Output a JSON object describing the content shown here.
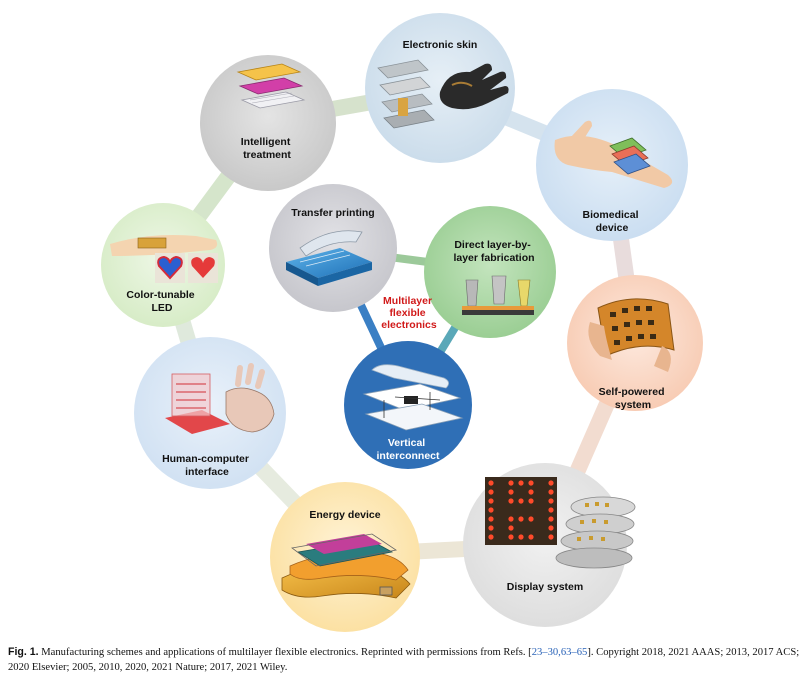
{
  "nodes": {
    "electronic_skin": {
      "title": [
        "Electronic skin"
      ]
    },
    "biomedical": {
      "title": [
        "Biomedical",
        "device"
      ]
    },
    "self_powered": {
      "title": [
        "Self-powered",
        "system"
      ]
    },
    "display": {
      "title": [
        "Display system"
      ]
    },
    "energy": {
      "title": [
        "Energy device"
      ]
    },
    "hci": {
      "title": [
        "Human-computer",
        "interface"
      ]
    },
    "color_led": {
      "title": [
        "Color-tunable",
        "LED"
      ]
    },
    "intelligent": {
      "title": [
        "Intelligent",
        "treatment"
      ]
    },
    "transfer": {
      "title": [
        "Transfer printing"
      ]
    },
    "direct": {
      "title": [
        "Direct layer-by-",
        "layer fabrication"
      ]
    },
    "vertical": {
      "title": [
        "Vertical",
        "interconnect"
      ]
    }
  },
  "center": {
    "title": [
      "Multilayer",
      "flexible",
      "electronics"
    ]
  },
  "colors": {
    "ring_link": "#d8e4c4",
    "center_link_blue": "#3a7fc4",
    "center_link_green": "#8cc08a",
    "center_text": "#d11a1a",
    "vertical_fill": "#2f6fb6",
    "direct_fill": "#a5d3a0"
  },
  "caption": {
    "label": "Fig. 1.",
    "text_before_refs": "  Manufacturing schemes and applications of multilayer flexible electronics. Reprinted with permissions from Refs. [",
    "refs": "23–30,63–65",
    "text_after_refs": "]. Copyright 2018, 2021 AAAS; 2013, 2017 ACS; 2020 Elsevier; 2005, 2010, 2020, 2021 Nature; 2017, 2021 Wiley."
  }
}
